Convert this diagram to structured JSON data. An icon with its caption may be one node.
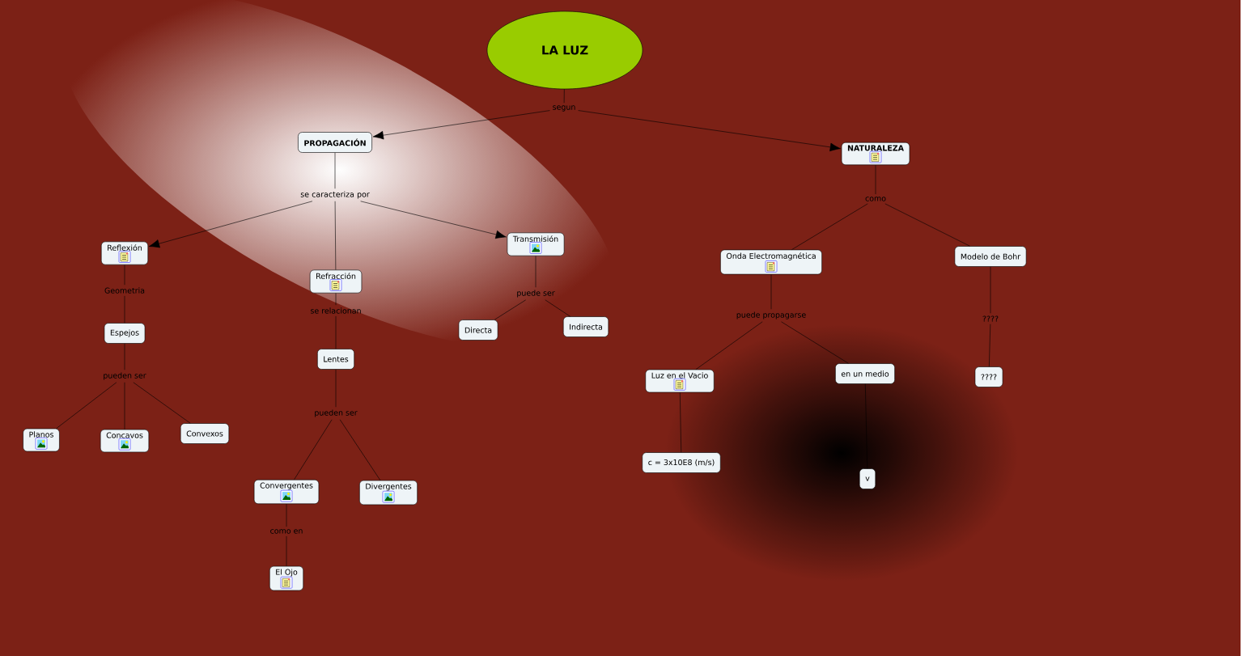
{
  "diagram": {
    "nodes": [
      {
        "text": [
          "LA  LUZ"
        ]
      },
      {
        "text": [
          "segun"
        ]
      },
      {
        "text": [
          "PROPAGACIÓN"
        ]
      },
      {
        "text": [
          "NATURALEZA"
        ]
      },
      {
        "text": [
          "se caracteriza por"
        ]
      },
      {
        "text": [
          "Reflexión"
        ]
      },
      {
        "text": [
          "Refracción"
        ]
      },
      {
        "text": [
          "Transmisión"
        ]
      },
      {
        "text": [
          "como"
        ]
      },
      {
        "text": [
          "Onda Electromagnética"
        ]
      },
      {
        "text": [
          "Modelo de Bohr"
        ]
      },
      {
        "text": [
          "Geometria"
        ]
      },
      {
        "text": [
          "Espejos"
        ]
      },
      {
        "text": [
          "pueden ser"
        ]
      },
      {
        "text": [
          "Planos"
        ]
      },
      {
        "text": [
          "Concavos"
        ]
      },
      {
        "text": [
          "Convexos"
        ]
      },
      {
        "text": [
          "se relacionan"
        ]
      },
      {
        "text": [
          "Lentes"
        ]
      },
      {
        "text": [
          "pueden ser"
        ]
      },
      {
        "text": [
          "Convergentes"
        ]
      },
      {
        "text": [
          "Divergentes"
        ]
      },
      {
        "text": [
          "como en"
        ]
      },
      {
        "text": [
          "El Ojo"
        ]
      },
      {
        "text": [
          "puede ser"
        ]
      },
      {
        "text": [
          "Directa"
        ]
      },
      {
        "text": [
          "Indirecta"
        ]
      },
      {
        "text": [
          "puede propagarse"
        ]
      },
      {
        "text": [
          "Luz en el Vacio"
        ]
      },
      {
        "text": [
          "en un medio"
        ]
      },
      {
        "text": [
          "c = 3x10E8 (m/s)"
        ]
      },
      {
        "text": [
          "v"
        ]
      },
      {
        "text": [
          "????"
        ]
      },
      {
        "text": [
          "????"
        ]
      }
    ],
    "edges": [
      {
        "from": 0,
        "to": 1,
        "arrow": "none"
      },
      {
        "from": 1,
        "to": 2,
        "arrow": "to"
      },
      {
        "from": 1,
        "to": 3,
        "arrow": "to"
      },
      {
        "from": 2,
        "to": 4,
        "arrow": "none"
      },
      {
        "from": 4,
        "to": 5,
        "arrow": "to"
      },
      {
        "from": 4,
        "to": 6,
        "arrow": "none"
      },
      {
        "from": 4,
        "to": 7,
        "arrow": "to"
      },
      {
        "from": 3,
        "to": 8,
        "arrow": "none"
      },
      {
        "from": 8,
        "to": 9,
        "arrow": "none"
      },
      {
        "from": 8,
        "to": 10,
        "arrow": "none"
      },
      {
        "from": 5,
        "to": 11,
        "arrow": "none"
      },
      {
        "from": 11,
        "to": 12,
        "arrow": "none"
      },
      {
        "from": 12,
        "to": 13,
        "arrow": "none"
      },
      {
        "from": 13,
        "to": 14,
        "arrow": "none"
      },
      {
        "from": 13,
        "to": 15,
        "arrow": "none"
      },
      {
        "from": 13,
        "to": 16,
        "arrow": "none"
      },
      {
        "from": 6,
        "to": 17,
        "arrow": "none"
      },
      {
        "from": 17,
        "to": 18,
        "arrow": "none"
      },
      {
        "from": 18,
        "to": 19,
        "arrow": "none"
      },
      {
        "from": 19,
        "to": 20,
        "arrow": "none"
      },
      {
        "from": 19,
        "to": 21,
        "arrow": "none"
      },
      {
        "from": 20,
        "to": 22,
        "arrow": "none"
      },
      {
        "from": 22,
        "to": 23,
        "arrow": "none"
      },
      {
        "from": 7,
        "to": 24,
        "arrow": "none"
      },
      {
        "from": 24,
        "to": 25,
        "arrow": "none"
      },
      {
        "from": 24,
        "to": 26,
        "arrow": "none"
      },
      {
        "from": 9,
        "to": 27,
        "arrow": "none"
      },
      {
        "from": 27,
        "to": 28,
        "arrow": "none"
      },
      {
        "from": 27,
        "to": 29,
        "arrow": "none"
      },
      {
        "from": 28,
        "to": 30,
        "arrow": "none"
      },
      {
        "from": 29,
        "to": 31,
        "arrow": "none"
      },
      {
        "from": 10,
        "to": 32,
        "arrow": "none"
      },
      {
        "from": 32,
        "to": 33,
        "arrow": "none"
      }
    ]
  }
}
